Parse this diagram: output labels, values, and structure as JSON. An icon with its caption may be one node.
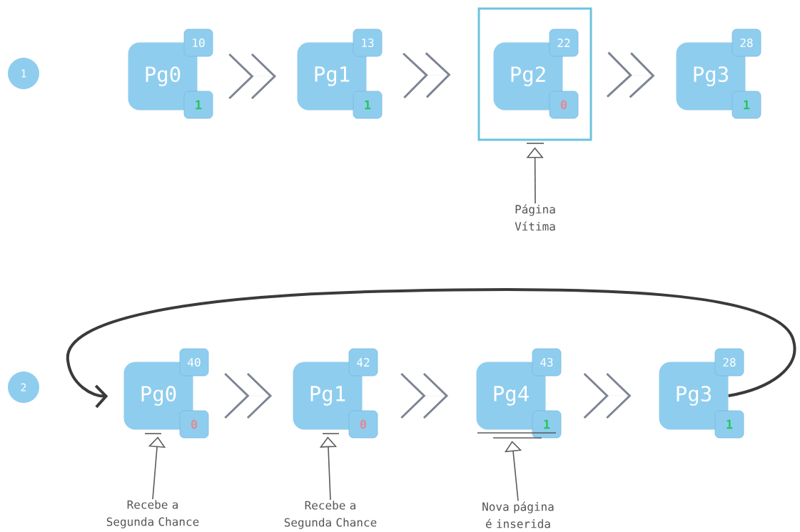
{
  "diagram": {
    "nodes": [
      {
        "text": [
          "1"
        ]
      },
      {
        "text": [
          "Pg0",
          "10",
          "1"
        ]
      },
      {
        "text": [
          "Pg1",
          "13",
          "1"
        ]
      },
      {
        "text": [],
        "shape": "box"
      },
      {
        "text": [
          "Pg2",
          "22",
          "0"
        ],
        "in": 3
      },
      {
        "text": [
          "Pg3",
          "28",
          "1"
        ]
      },
      {
        "text": [
          "Página Vítima"
        ]
      },
      {
        "text": [
          "2"
        ]
      },
      {
        "text": [
          "Pg0",
          "40",
          "0"
        ]
      },
      {
        "text": [
          "Pg1",
          "42",
          "0"
        ]
      },
      {
        "text": [
          "Pg4",
          "43",
          "1"
        ]
      },
      {
        "text": [
          "Pg3",
          "28",
          "1"
        ]
      },
      {
        "text": [
          "Recebe a Segunda Chance"
        ]
      },
      {
        "text": [
          "Recebe a Segunda Chance"
        ]
      },
      {
        "text": [
          "Nova página é inserida"
        ]
      }
    ],
    "edges": [
      {
        "from": 1,
        "to": 2,
        "arrow": "to"
      },
      {
        "from": 2,
        "to": 3,
        "arrow": "to"
      },
      {
        "from": 3,
        "to": 5,
        "arrow": "to"
      },
      {
        "from": 6,
        "to": 3,
        "arrow": "to"
      },
      {
        "from": 8,
        "to": 9,
        "arrow": "to"
      },
      {
        "from": 9,
        "to": 10,
        "arrow": "to"
      },
      {
        "from": 10,
        "to": 11,
        "arrow": "to"
      },
      {
        "from": 11,
        "to": 8,
        "arrow": "to",
        "color": "#3a3a3a"
      },
      {
        "from": 12,
        "to": 8,
        "arrow": "to"
      },
      {
        "from": 13,
        "to": 9,
        "arrow": "to"
      },
      {
        "from": 14,
        "to": 10,
        "arrow": "to"
      }
    ]
  }
}
